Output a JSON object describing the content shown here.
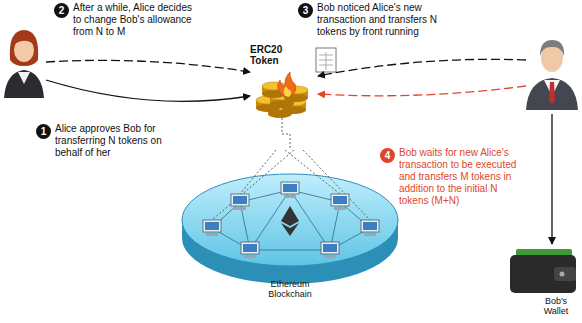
{
  "diagram": {
    "nodes": [
      {
        "text": [
          "ERC20 Token"
        ]
      },
      {
        "text": [
          "Ethereum Blockchain"
        ]
      },
      {
        "text": [
          "Bob's Wallet"
        ]
      }
    ],
    "edges": [
      {
        "from": 0,
        "to": 1,
        "arrow": "none"
      }
    ],
    "labels": [
      "1",
      "Alice approves Bob for transferring N tokens on behalf of her",
      "2",
      "After a while, Alice decides to change Bob's allowance from N to M",
      "3",
      "Bob noticed Alice's new transaction and transfers N tokens by front running",
      "4",
      "Bob waits for new Alice's transaction to be executed and transfers M tokens in addition to the initial N tokens (M+N)"
    ]
  }
}
